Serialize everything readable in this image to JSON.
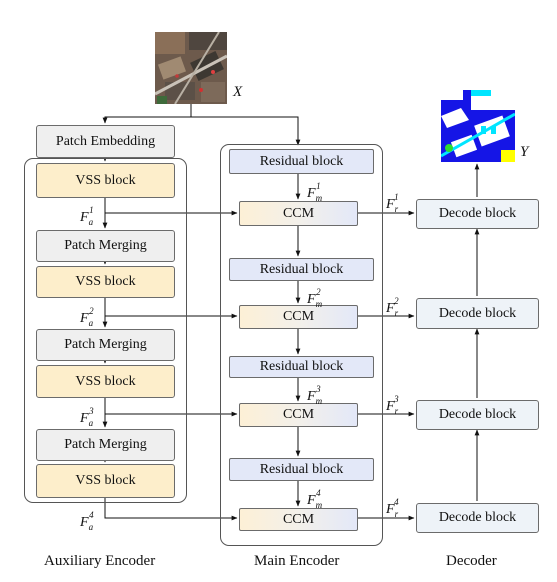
{
  "input_label": "X",
  "output_label": "Y",
  "patch_embedding": "Patch Embedding",
  "auxiliary": {
    "vss": "VSS block",
    "merging": "Patch Merging",
    "title": "Auxiliary Encoder"
  },
  "main": {
    "residual": "Residual block",
    "ccm": "CCM",
    "title": "Main Encoder"
  },
  "decoder": {
    "block": "Decode block",
    "title": "Decoder"
  },
  "feature_symbols": {
    "auxiliary": {
      "base": "F",
      "sub": "a"
    },
    "main": {
      "base": "F",
      "sub": "m"
    },
    "decoder": {
      "base": "F",
      "sub": "r"
    },
    "levels": [
      "1",
      "2",
      "3",
      "4"
    ]
  }
}
